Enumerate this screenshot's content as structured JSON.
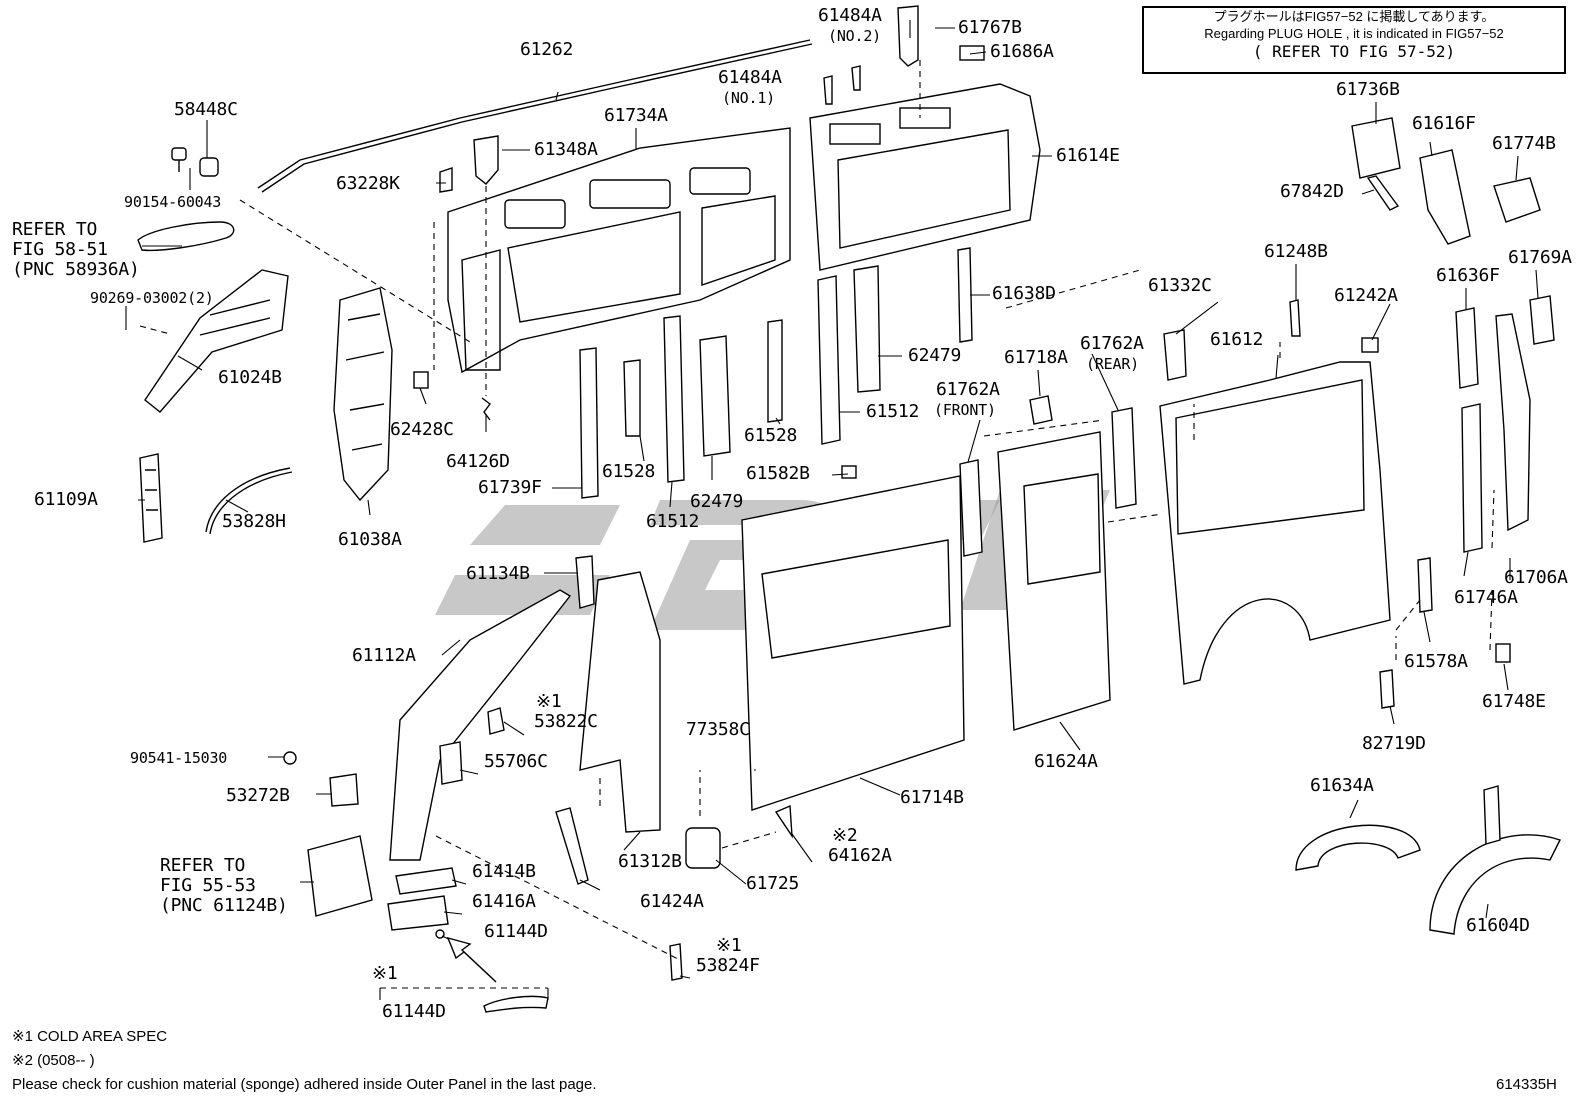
{
  "diagram_id": "614335H",
  "refer_box": {
    "line_jp": "プラグホールはFIG57−52 に掲載してあります。",
    "line_en": "Regarding PLUG HOLE , it is indicated in FIG57−52",
    "line_ref": "( REFER TO FIG 57-52)"
  },
  "refs": {
    "fig5851": [
      "REFER TO",
      "FIG 58-51",
      "(PNC 58936A)"
    ],
    "fig5553": [
      "REFER TO",
      "FIG 55-53",
      "(PNC 61124B)"
    ]
  },
  "labels": {
    "p61262": "61262",
    "p58448C": "58448C",
    "p90154": "90154-60043",
    "p90269": "90269-03002(2)",
    "p61024B": "61024B",
    "p61109A": "61109A",
    "p53828H": "53828H",
    "p61038A": "61038A",
    "p61734A": "61734A",
    "p61348A": "61348A",
    "p63228K": "63228K",
    "p62428C": "62428C",
    "p64126D": "64126D",
    "p61484A_no2": "61484A",
    "no2": "(NO.2)",
    "p61484A_no1": "61484A",
    "no1": "(NO.1)",
    "p61767B": "61767B",
    "p61686A": "61686A",
    "p61614E": "61614E",
    "p61638D": "61638D",
    "p62479_a": "62479",
    "p61512_a": "61512",
    "p61528_a": "61528",
    "p61582B": "61582B",
    "p61739F": "61739F",
    "p61528_b": "61528",
    "p62479_b": "62479",
    "p61512_b": "61512",
    "p61736B": "61736B",
    "p61616F": "61616F",
    "p61774B": "61774B",
    "p67842D": "67842D",
    "p61248B": "61248B",
    "p61332C": "61332C",
    "p61242A": "61242A",
    "p61636F": "61636F",
    "p61769A": "61769A",
    "p61718A": "61718A",
    "p61762A_rear": "61762A",
    "rear": "(REAR)",
    "p61612": "61612",
    "p61762A_front": "61762A",
    "front": "(FRONT)",
    "p61134B": "61134B",
    "p61112A": "61112A",
    "p53822C": "53822C",
    "mark1_a": "※1",
    "p90541": "90541-15030",
    "p55706C": "55706C",
    "p53272B": "53272B",
    "p77358C": "77358C",
    "p61714B": "61714B",
    "p61624A": "61624A",
    "p61706A": "61706A",
    "p61746A": "61746A",
    "p61578A": "61578A",
    "p61748E": "61748E",
    "p82719D": "82719D",
    "p61634A": "61634A",
    "p61414B": "61414B",
    "p61416A": "61416A",
    "p61144D_a": "61144D",
    "p61312B": "61312B",
    "p61424A": "61424A",
    "p61725": "61725",
    "mark2": "※2",
    "p64162A": "64162A",
    "p61604D": "61604D",
    "mark1_b": "※1",
    "p53824F": "53824F",
    "mark1_c": "※1",
    "p61144D_b": "61144D"
  },
  "footnotes": {
    "note1": "※1 COLD AREA SPEC",
    "note2": "※2 (0508--        )",
    "note3": "Please check for cushion material (sponge) adhered inside Outer Panel in the last page."
  }
}
